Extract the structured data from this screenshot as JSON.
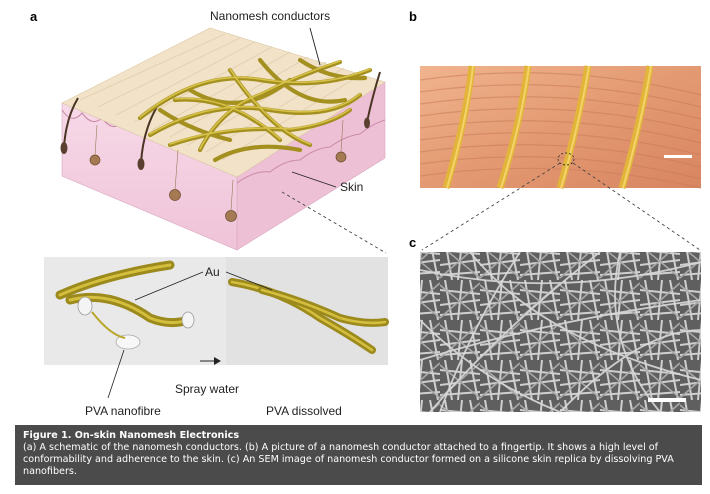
{
  "panels": {
    "a": "a",
    "b": "b",
    "c": "c"
  },
  "labels": {
    "nanomesh_conductors": "Nanomesh conductors",
    "skin": "Skin",
    "au": "Au",
    "au_right": "Au",
    "spray_water": "Spray water",
    "pva_nanofibre": "PVA nanofibre",
    "pva_dissolved": "PVA dissolved"
  },
  "caption": {
    "title": "Figure 1. On-skin Nanomesh Electronics",
    "body": "(a) A schematic of the nanomesh conductors. (b) A picture of a nanomesh conductor attached to a fingertip. It shows a high level of conformability and adherence to the skin. (c) An SEM image of nanomesh conductor formed on a silicone skin replica by dissolving PVA nanofibers."
  },
  "colors": {
    "skin_top": "#f1e2c8",
    "skin_side": "#f3cde0",
    "gold": "#c9b02a",
    "finger": "#e9a07a",
    "sem_gray": "#7a7a7a",
    "caption_bg": "#4b4b4b"
  }
}
